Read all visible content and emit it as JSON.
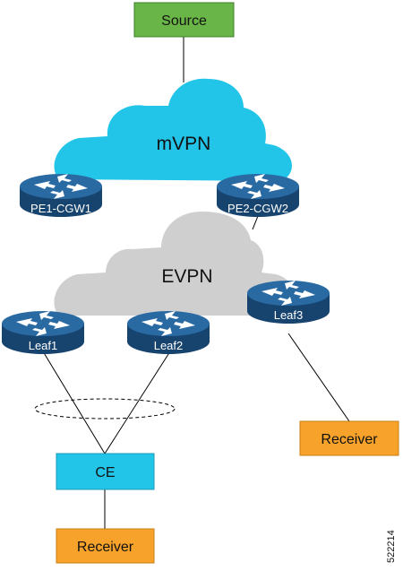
{
  "colors": {
    "background": "#ffffff",
    "source_box": "#6ab547",
    "mvpn_cloud": "#22c4e8",
    "evpn_cloud": "#cfcfcf",
    "router": "#1f4f82",
    "router_top": "#2a6aa3",
    "ce_box": "#22c4e8",
    "receiver_box": "#f7a22a",
    "line": "#000000",
    "label_light": "#ffffff",
    "label_dark": "#111111"
  },
  "icons": {
    "router": "router-icon",
    "cloud": "cloud-icon"
  },
  "nodes": {
    "source": {
      "label": "Source"
    },
    "mvpn": {
      "label": "mVPN"
    },
    "evpn": {
      "label": "EVPN"
    },
    "pe1": {
      "label": "PE1-CGW1"
    },
    "pe2": {
      "label": "PE2-CGW2"
    },
    "leaf1": {
      "label": "Leaf1"
    },
    "leaf2": {
      "label": "Leaf2"
    },
    "leaf3": {
      "label": "Leaf3"
    },
    "ce": {
      "label": "CE"
    },
    "receiver_bottom": {
      "label": "Receiver"
    },
    "receiver_right": {
      "label": "Receiver"
    }
  },
  "figure_id": "522214"
}
